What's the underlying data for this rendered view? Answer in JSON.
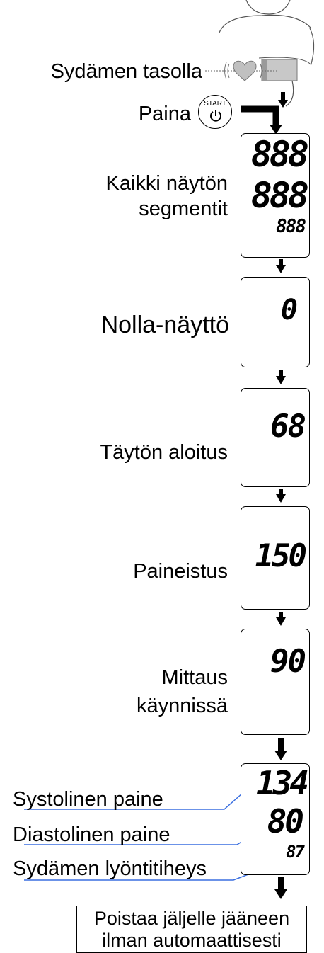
{
  "labels": {
    "heart_level": "Sydämen tasolla",
    "press": "Paina",
    "start_button": "START",
    "all_segments_1": "Kaikki näytön",
    "all_segments_2": "segmentit",
    "zero_display": "Nolla-näyttö",
    "inflation_start": "Täytön aloitus",
    "pressurizing": "Paineistus",
    "measuring_1": "Mittaus",
    "measuring_2": "käynnissä",
    "systolic": "Systolinen paine",
    "diastolic": "Diastolinen paine",
    "pulse_rate": "Sydämen lyöntitiheys",
    "release_1": "Poistaa jäljelle jääneen",
    "release_2": "ilman automaattisesti"
  },
  "displays": {
    "all_segments": {
      "top": "888",
      "mid": "888",
      "small": "888"
    },
    "zero": "0",
    "inflation": "68",
    "pressurizing": "150",
    "measuring": "90",
    "result": {
      "systolic": "134",
      "diastolic": "80",
      "pulse": "87"
    }
  },
  "colors": {
    "pointer_line": "#3a6fe0",
    "text": "#000000"
  }
}
